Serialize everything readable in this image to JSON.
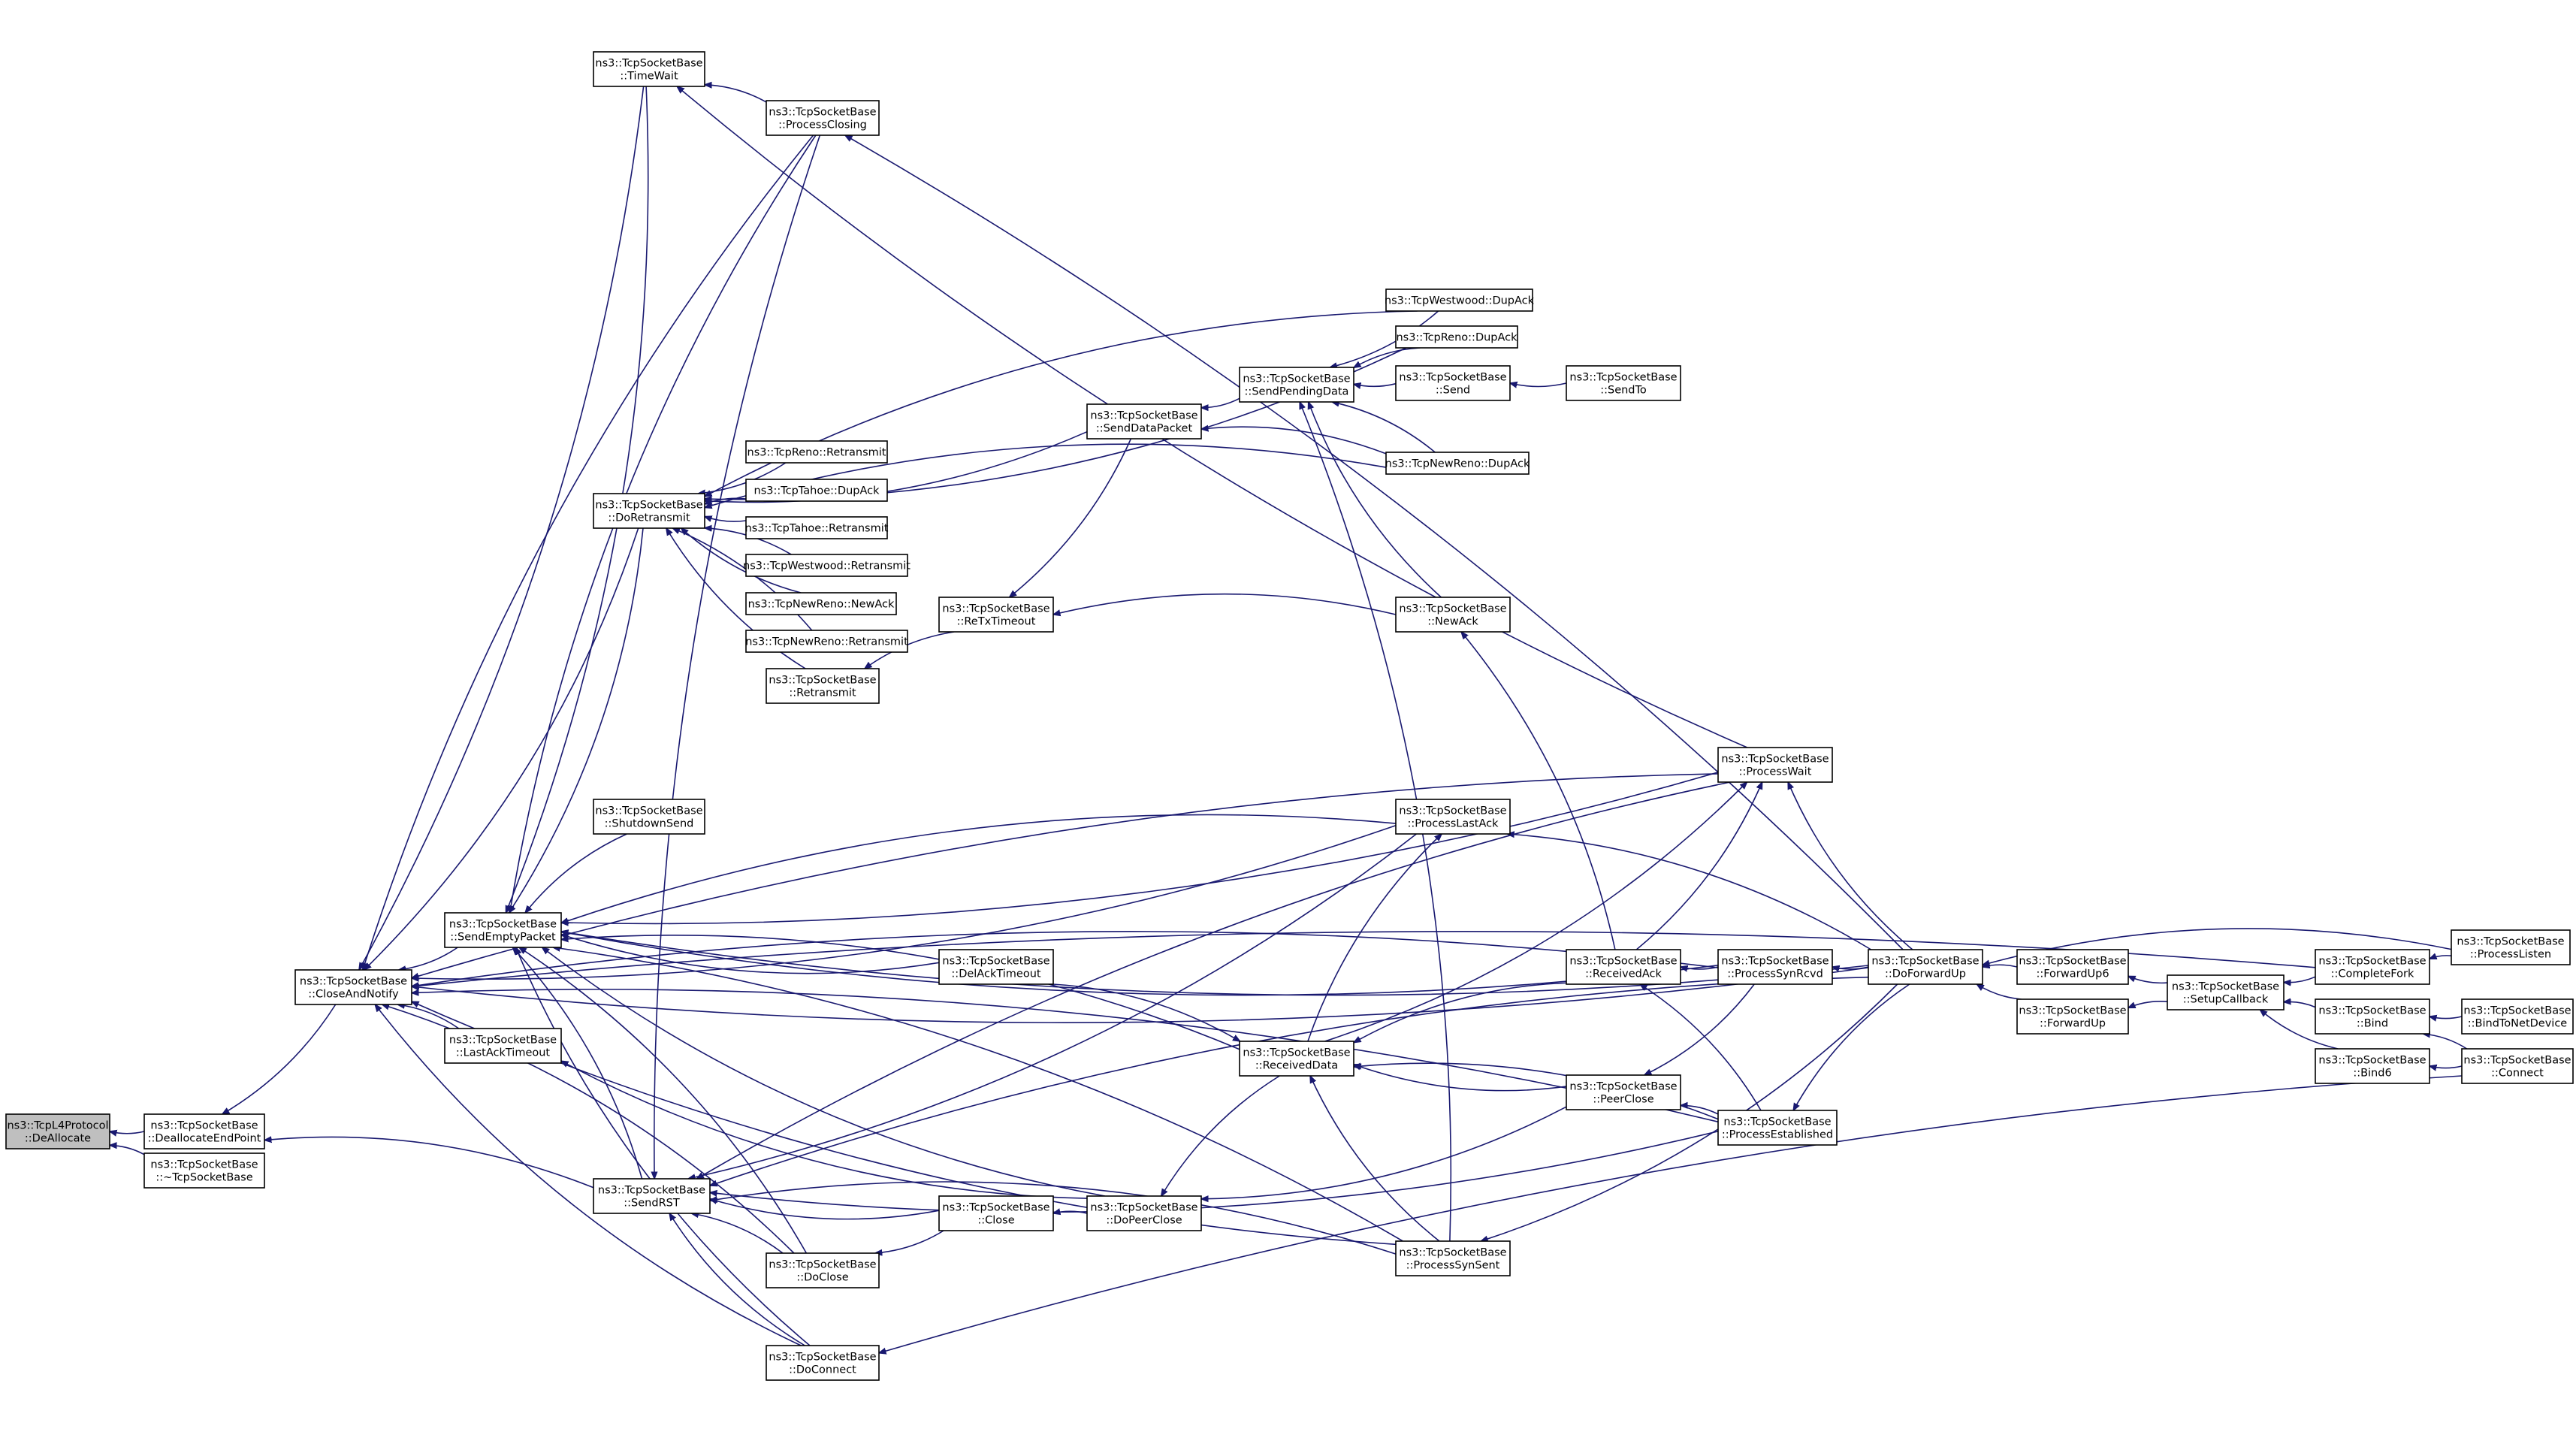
{
  "diagram": {
    "title": "",
    "nodes": [
      {
        "id": "dealloc",
        "lines": [
          "ns3::TcpL4Protocol",
          "::DeAllocate"
        ],
        "highlight": true
      },
      {
        "id": "deallocEP",
        "lines": [
          "ns3::TcpSocketBase",
          "::DeallocateEndPoint"
        ]
      },
      {
        "id": "dtor",
        "lines": [
          "ns3::TcpSocketBase",
          "::~TcpSocketBase"
        ]
      },
      {
        "id": "closeNotify",
        "lines": [
          "ns3::TcpSocketBase",
          "::CloseAndNotify"
        ]
      },
      {
        "id": "sendEmpty",
        "lines": [
          "ns3::TcpSocketBase",
          "::SendEmptyPacket"
        ]
      },
      {
        "id": "lastAckTO",
        "lines": [
          "ns3::TcpSocketBase",
          "::LastAckTimeout"
        ]
      },
      {
        "id": "sendRST",
        "lines": [
          "ns3::TcpSocketBase",
          "::SendRST"
        ]
      },
      {
        "id": "timeWait",
        "lines": [
          "ns3::TcpSocketBase",
          "::TimeWait"
        ]
      },
      {
        "id": "procClosing",
        "lines": [
          "ns3::TcpSocketBase",
          "::ProcessClosing"
        ]
      },
      {
        "id": "doRetransmit",
        "lines": [
          "ns3::TcpSocketBase",
          "::DoRetransmit"
        ]
      },
      {
        "id": "shutdownSend",
        "lines": [
          "ns3::TcpSocketBase",
          "::ShutdownSend"
        ]
      },
      {
        "id": "renoRetx",
        "lines": [
          "ns3::TcpReno::Retransmit"
        ]
      },
      {
        "id": "tahoeDupAck",
        "lines": [
          "ns3::TcpTahoe::DupAck"
        ]
      },
      {
        "id": "tahoeRetx",
        "lines": [
          "ns3::TcpTahoe::Retransmit"
        ]
      },
      {
        "id": "westRetx",
        "lines": [
          "ns3::TcpWestwood::Retransmit"
        ]
      },
      {
        "id": "nrNewAck",
        "lines": [
          "ns3::TcpNewReno::NewAck"
        ]
      },
      {
        "id": "nrRetx",
        "lines": [
          "ns3::TcpNewReno::Retransmit"
        ]
      },
      {
        "id": "retransmit",
        "lines": [
          "ns3::TcpSocketBase",
          "::Retransmit"
        ]
      },
      {
        "id": "doClose",
        "lines": [
          "ns3::TcpSocketBase",
          "::DoClose"
        ]
      },
      {
        "id": "doConnect",
        "lines": [
          "ns3::TcpSocketBase",
          "::DoConnect"
        ]
      },
      {
        "id": "sendDataPkt",
        "lines": [
          "ns3::TcpSocketBase",
          "::SendDataPacket"
        ]
      },
      {
        "id": "reTxTimeout",
        "lines": [
          "ns3::TcpSocketBase",
          "::ReTxTimeout"
        ]
      },
      {
        "id": "delAckTO",
        "lines": [
          "ns3::TcpSocketBase",
          "::DelAckTimeout"
        ]
      },
      {
        "id": "close",
        "lines": [
          "ns3::TcpSocketBase",
          "::Close"
        ]
      },
      {
        "id": "doPeerClose",
        "lines": [
          "ns3::TcpSocketBase",
          "::DoPeerClose"
        ]
      },
      {
        "id": "recvData",
        "lines": [
          "ns3::TcpSocketBase",
          "::ReceivedData"
        ]
      },
      {
        "id": "sendPending",
        "lines": [
          "ns3::TcpSocketBase",
          "::SendPendingData"
        ]
      },
      {
        "id": "westDupAck",
        "lines": [
          "ns3::TcpWestwood::DupAck"
        ]
      },
      {
        "id": "renoDupAck",
        "lines": [
          "ns3::TcpReno::DupAck"
        ]
      },
      {
        "id": "send",
        "lines": [
          "ns3::TcpSocketBase",
          "::Send"
        ]
      },
      {
        "id": "sendTo",
        "lines": [
          "ns3::TcpSocketBase",
          "::SendTo"
        ]
      },
      {
        "id": "nrDupAck",
        "lines": [
          "ns3::TcpNewReno::DupAck"
        ]
      },
      {
        "id": "newAck",
        "lines": [
          "ns3::TcpSocketBase",
          "::NewAck"
        ]
      },
      {
        "id": "procWait",
        "lines": [
          "ns3::TcpSocketBase",
          "::ProcessWait"
        ]
      },
      {
        "id": "procLastAck",
        "lines": [
          "ns3::TcpSocketBase",
          "::ProcessLastAck"
        ]
      },
      {
        "id": "recvAck",
        "lines": [
          "ns3::TcpSocketBase",
          "::ReceivedAck"
        ]
      },
      {
        "id": "procSynRcvd",
        "lines": [
          "ns3::TcpSocketBase",
          "::ProcessSynRcvd"
        ]
      },
      {
        "id": "peerClose",
        "lines": [
          "ns3::TcpSocketBase",
          "::PeerClose"
        ]
      },
      {
        "id": "procEstab",
        "lines": [
          "ns3::TcpSocketBase",
          "::ProcessEstablished"
        ]
      },
      {
        "id": "procSynSent",
        "lines": [
          "ns3::TcpSocketBase",
          "::ProcessSynSent"
        ]
      },
      {
        "id": "doFwdUp",
        "lines": [
          "ns3::TcpSocketBase",
          "::DoForwardUp"
        ]
      },
      {
        "id": "fwdUp6",
        "lines": [
          "ns3::TcpSocketBase",
          "::ForwardUp6"
        ]
      },
      {
        "id": "fwdUp",
        "lines": [
          "ns3::TcpSocketBase",
          "::ForwardUp"
        ]
      },
      {
        "id": "setupCb",
        "lines": [
          "ns3::TcpSocketBase",
          "::SetupCallback"
        ]
      },
      {
        "id": "completeFork",
        "lines": [
          "ns3::TcpSocketBase",
          "::CompleteFork"
        ]
      },
      {
        "id": "procListen",
        "lines": [
          "ns3::TcpSocketBase",
          "::ProcessListen"
        ]
      },
      {
        "id": "bind",
        "lines": [
          "ns3::TcpSocketBase",
          "::Bind"
        ]
      },
      {
        "id": "bind6",
        "lines": [
          "ns3::TcpSocketBase",
          "::Bind6"
        ]
      },
      {
        "id": "bindNet",
        "lines": [
          "ns3::TcpSocketBase",
          "::BindToNetDevice"
        ]
      },
      {
        "id": "connect",
        "lines": [
          "ns3::TcpSocketBase",
          "::Connect"
        ]
      }
    ],
    "edges": [
      [
        "deallocEP",
        "dealloc"
      ],
      [
        "dtor",
        "dealloc"
      ],
      [
        "closeNotify",
        "deallocEP"
      ],
      [
        "sendRST",
        "deallocEP"
      ],
      [
        "sendEmpty",
        "closeNotify"
      ],
      [
        "lastAckTO",
        "closeNotify"
      ],
      [
        "timeWait",
        "closeNotify"
      ],
      [
        "procClosing",
        "closeNotify"
      ],
      [
        "doRetransmit",
        "closeNotify"
      ],
      [
        "doClose",
        "closeNotify"
      ],
      [
        "doConnect",
        "closeNotify"
      ],
      [
        "procWait",
        "closeNotify"
      ],
      [
        "procLastAck",
        "closeNotify"
      ],
      [
        "procSynRcvd",
        "closeNotify"
      ],
      [
        "procSynSent",
        "closeNotify"
      ],
      [
        "procEstab",
        "closeNotify"
      ],
      [
        "doFwdUp",
        "closeNotify"
      ],
      [
        "completeFork",
        "closeNotify"
      ],
      [
        "timeWait",
        "sendEmpty"
      ],
      [
        "procClosing",
        "sendEmpty"
      ],
      [
        "doRetransmit",
        "sendEmpty"
      ],
      [
        "shutdownSend",
        "sendEmpty"
      ],
      [
        "delAckTO",
        "sendEmpty"
      ],
      [
        "recvData",
        "sendEmpty"
      ],
      [
        "doPeerClose",
        "sendEmpty"
      ],
      [
        "doClose",
        "sendEmpty"
      ],
      [
        "doConnect",
        "sendEmpty"
      ],
      [
        "sendRST",
        "sendEmpty"
      ],
      [
        "procWait",
        "sendEmpty"
      ],
      [
        "procLastAck",
        "sendEmpty"
      ],
      [
        "procSynRcvd",
        "sendEmpty"
      ],
      [
        "procSynSent",
        "sendEmpty"
      ],
      [
        "doFwdUp",
        "sendEmpty"
      ],
      [
        "procClosing",
        "sendRST"
      ],
      [
        "close",
        "sendRST"
      ],
      [
        "doClose",
        "sendRST"
      ],
      [
        "doConnect",
        "sendRST"
      ],
      [
        "procSynSent",
        "sendRST"
      ],
      [
        "procEstab",
        "sendRST"
      ],
      [
        "procWait",
        "sendRST"
      ],
      [
        "procLastAck",
        "sendRST"
      ],
      [
        "doFwdUp",
        "sendRST"
      ],
      [
        "doPeerClose",
        "lastAckTO"
      ],
      [
        "procClosing",
        "timeWait"
      ],
      [
        "procWait",
        "timeWait"
      ],
      [
        "doFwdUp",
        "procClosing"
      ],
      [
        "renoRetx",
        "doRetransmit"
      ],
      [
        "tahoeDupAck",
        "doRetransmit"
      ],
      [
        "tahoeRetx",
        "doRetransmit"
      ],
      [
        "westRetx",
        "doRetransmit"
      ],
      [
        "nrNewAck",
        "doRetransmit"
      ],
      [
        "nrRetx",
        "doRetransmit"
      ],
      [
        "retransmit",
        "doRetransmit"
      ],
      [
        "westDupAck",
        "doRetransmit"
      ],
      [
        "renoDupAck",
        "doRetransmit"
      ],
      [
        "nrDupAck",
        "doRetransmit"
      ],
      [
        "sendDataPkt",
        "doRetransmit"
      ],
      [
        "reTxTimeout",
        "retransmit"
      ],
      [
        "sendDataPkt",
        "reTxTimeout"
      ],
      [
        "newAck",
        "reTxTimeout"
      ],
      [
        "sendPending",
        "sendDataPkt"
      ],
      [
        "nrDupAck",
        "sendDataPkt"
      ],
      [
        "westDupAck",
        "sendPending"
      ],
      [
        "renoDupAck",
        "sendPending"
      ],
      [
        "send",
        "sendPending"
      ],
      [
        "nrDupAck",
        "sendPending"
      ],
      [
        "newAck",
        "sendPending"
      ],
      [
        "procSynSent",
        "sendPending"
      ],
      [
        "sendTo",
        "send"
      ],
      [
        "recvAck",
        "newAck"
      ],
      [
        "close",
        "doClose"
      ],
      [
        "doPeerClose",
        "close"
      ],
      [
        "delAckTO",
        "recvData"
      ],
      [
        "recvData",
        "doPeerClose"
      ],
      [
        "peerClose",
        "doPeerClose"
      ],
      [
        "recvData",
        "procWait"
      ],
      [
        "recvData",
        "procLastAck"
      ],
      [
        "recvAck",
        "recvData"
      ],
      [
        "peerClose",
        "recvData"
      ],
      [
        "procEstab",
        "recvData"
      ],
      [
        "procSynSent",
        "recvData"
      ],
      [
        "recvAck",
        "procWait"
      ],
      [
        "procSynRcvd",
        "recvAck"
      ],
      [
        "procEstab",
        "recvAck"
      ],
      [
        "procSynRcvd",
        "peerClose"
      ],
      [
        "procEstab",
        "peerClose"
      ],
      [
        "doFwdUp",
        "procWait"
      ],
      [
        "doFwdUp",
        "procLastAck"
      ],
      [
        "doFwdUp",
        "procSynRcvd"
      ],
      [
        "doFwdUp",
        "procEstab"
      ],
      [
        "doFwdUp",
        "procSynSent"
      ],
      [
        "fwdUp6",
        "doFwdUp"
      ],
      [
        "fwdUp",
        "doFwdUp"
      ],
      [
        "procListen",
        "doFwdUp"
      ],
      [
        "setupCb",
        "fwdUp6"
      ],
      [
        "setupCb",
        "fwdUp"
      ],
      [
        "completeFork",
        "setupCb"
      ],
      [
        "bind",
        "setupCb"
      ],
      [
        "bind6",
        "setupCb"
      ],
      [
        "procListen",
        "completeFork"
      ],
      [
        "bindNet",
        "bind"
      ],
      [
        "connect",
        "bind"
      ],
      [
        "connect",
        "bind6"
      ],
      [
        "connect",
        "doConnect"
      ]
    ]
  }
}
